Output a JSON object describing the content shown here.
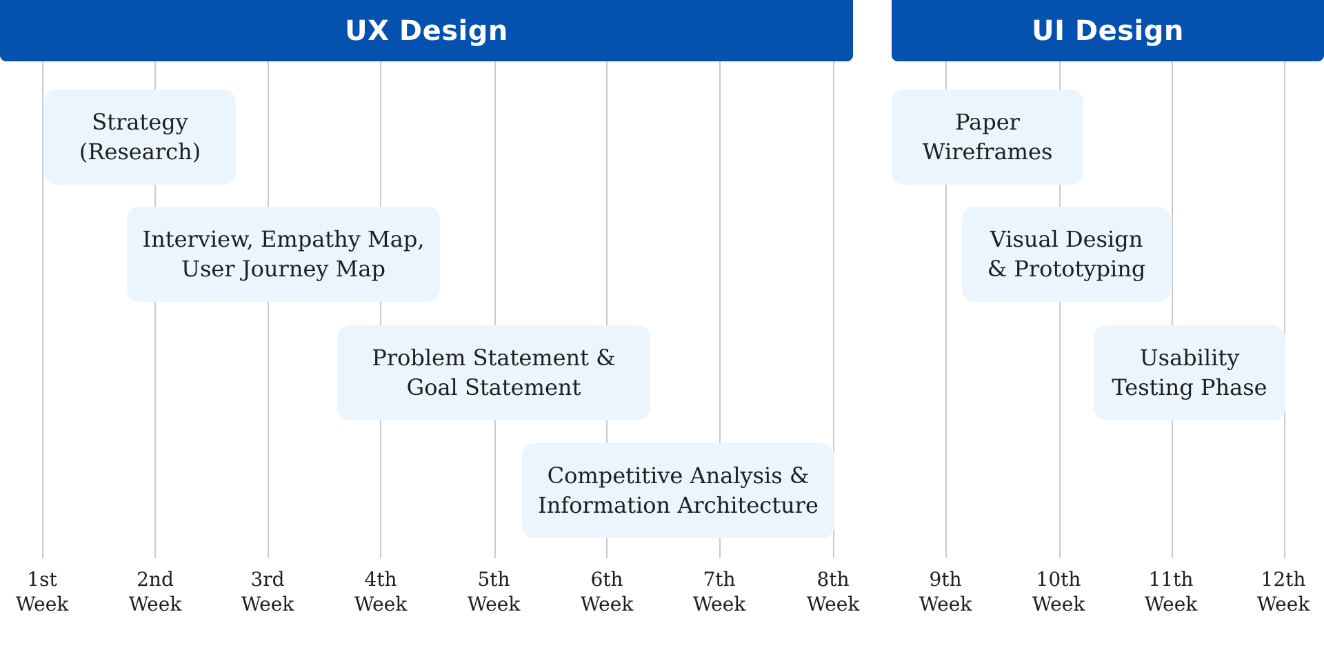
{
  "phases": [
    {
      "title": "UX Design"
    },
    {
      "title": "UI Design"
    }
  ],
  "weeks": [
    {
      "line1": "1st",
      "line2": "Week"
    },
    {
      "line1": "2nd",
      "line2": "Week"
    },
    {
      "line1": "3rd",
      "line2": "Week"
    },
    {
      "line1": "4th",
      "line2": "Week"
    },
    {
      "line1": "5th",
      "line2": "Week"
    },
    {
      "line1": "6th",
      "line2": "Week"
    },
    {
      "line1": "7th",
      "line2": "Week"
    },
    {
      "line1": "8th",
      "line2": "Week"
    },
    {
      "line1": "9th",
      "line2": "Week"
    },
    {
      "line1": "10th",
      "line2": "Week"
    },
    {
      "line1": "11th",
      "line2": "Week"
    },
    {
      "line1": "12th",
      "line2": "Week"
    }
  ],
  "tasks": [
    {
      "line1": "Strategy",
      "line2": "(Research)"
    },
    {
      "line1": "Interview, Empathy Map,",
      "line2": "User Journey Map"
    },
    {
      "line1": "Problem Statement &",
      "line2": "Goal Statement"
    },
    {
      "line1": "Competitive Analysis &",
      "line2": "Information Architecture"
    },
    {
      "line1": "Paper",
      "line2": "Wireframes"
    },
    {
      "line1": "Visual Design",
      "line2": "& Prototyping"
    },
    {
      "line1": "Usability",
      "line2": "Testing Phase"
    }
  ],
  "colors": {
    "phase_bar": "#0551b0",
    "task_box": "#eaf5fd",
    "gridline": "#c9cbce",
    "text": "#1e1e1e"
  }
}
